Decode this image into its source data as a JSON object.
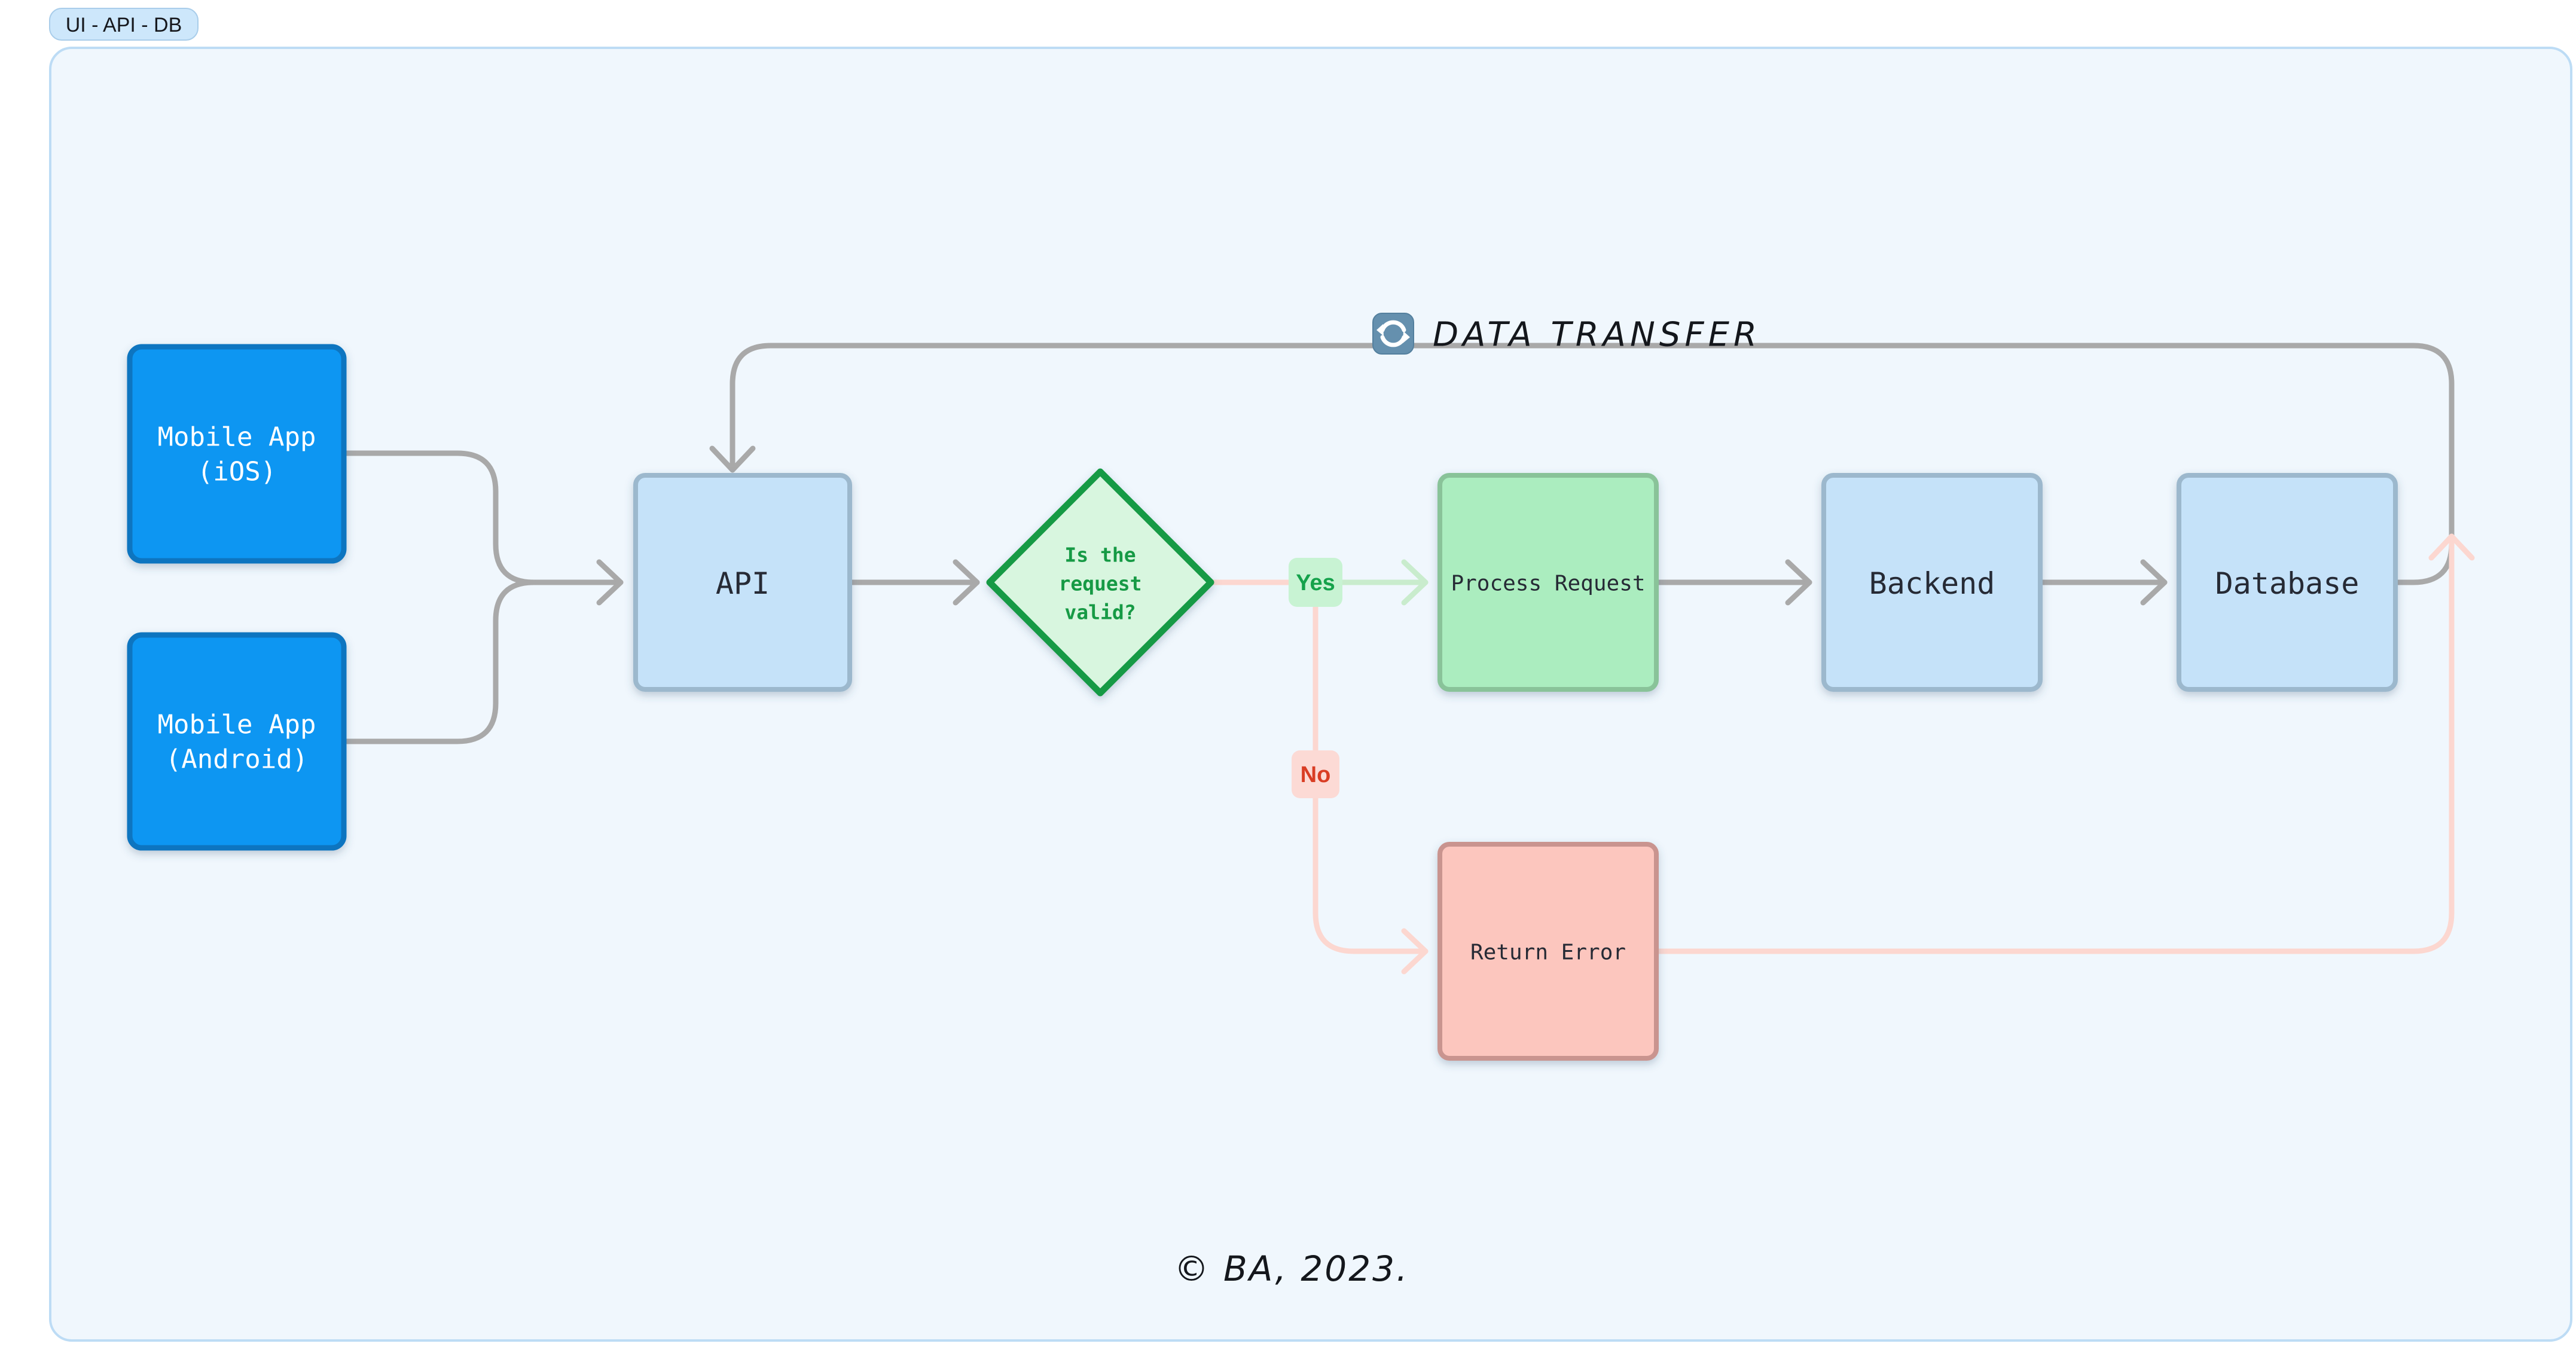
{
  "badge": {
    "label": "UI - API - DB"
  },
  "nodes": {
    "mobile_ios": {
      "line1": "Mobile App",
      "line2": "(iOS)"
    },
    "mobile_android": {
      "line1": "Mobile App",
      "line2": "(Android)"
    },
    "api": {
      "label": "API"
    },
    "decision": {
      "line1": "Is the",
      "line2": "request",
      "line3": "valid?"
    },
    "process_request": {
      "label": "Process Request"
    },
    "backend": {
      "label": "Backend"
    },
    "database": {
      "label": "Database"
    },
    "return_error": {
      "label": "Return Error"
    }
  },
  "edge_labels": {
    "yes": "Yes",
    "no": "No"
  },
  "annotations": {
    "data_transfer_icon": "counterclockwise-arrows-icon",
    "data_transfer": "DATA TRANSFER",
    "footer": "© BA, 2023."
  },
  "colors": {
    "canvas_bg": "#f0f7fd",
    "canvas_border": "#bddcf5",
    "badge_bg": "#cde7fb",
    "badge_border": "#a9cdea",
    "mobile_fill": "#1196f2",
    "mobile_border": "#0d74c0",
    "blue_node_fill": "#c5e2f9",
    "blue_node_border": "#9cb8cd",
    "decision_fill": "#d8f6df",
    "decision_border": "#189a44",
    "process_fill": "#abedbf",
    "process_border": "#89c399",
    "error_fill": "#fcc6be",
    "error_border": "#c9948f",
    "yes_bg": "#c8f3d3",
    "yes_text": "#15a24b",
    "no_bg": "#fcdad5",
    "no_text": "#d93d24",
    "edge_gray": "#a9a9a9",
    "edge_pink": "#fcd7d0",
    "edge_green": "#c9eccd",
    "node_text": "#262c34",
    "icon_bg": "#6590ae"
  }
}
